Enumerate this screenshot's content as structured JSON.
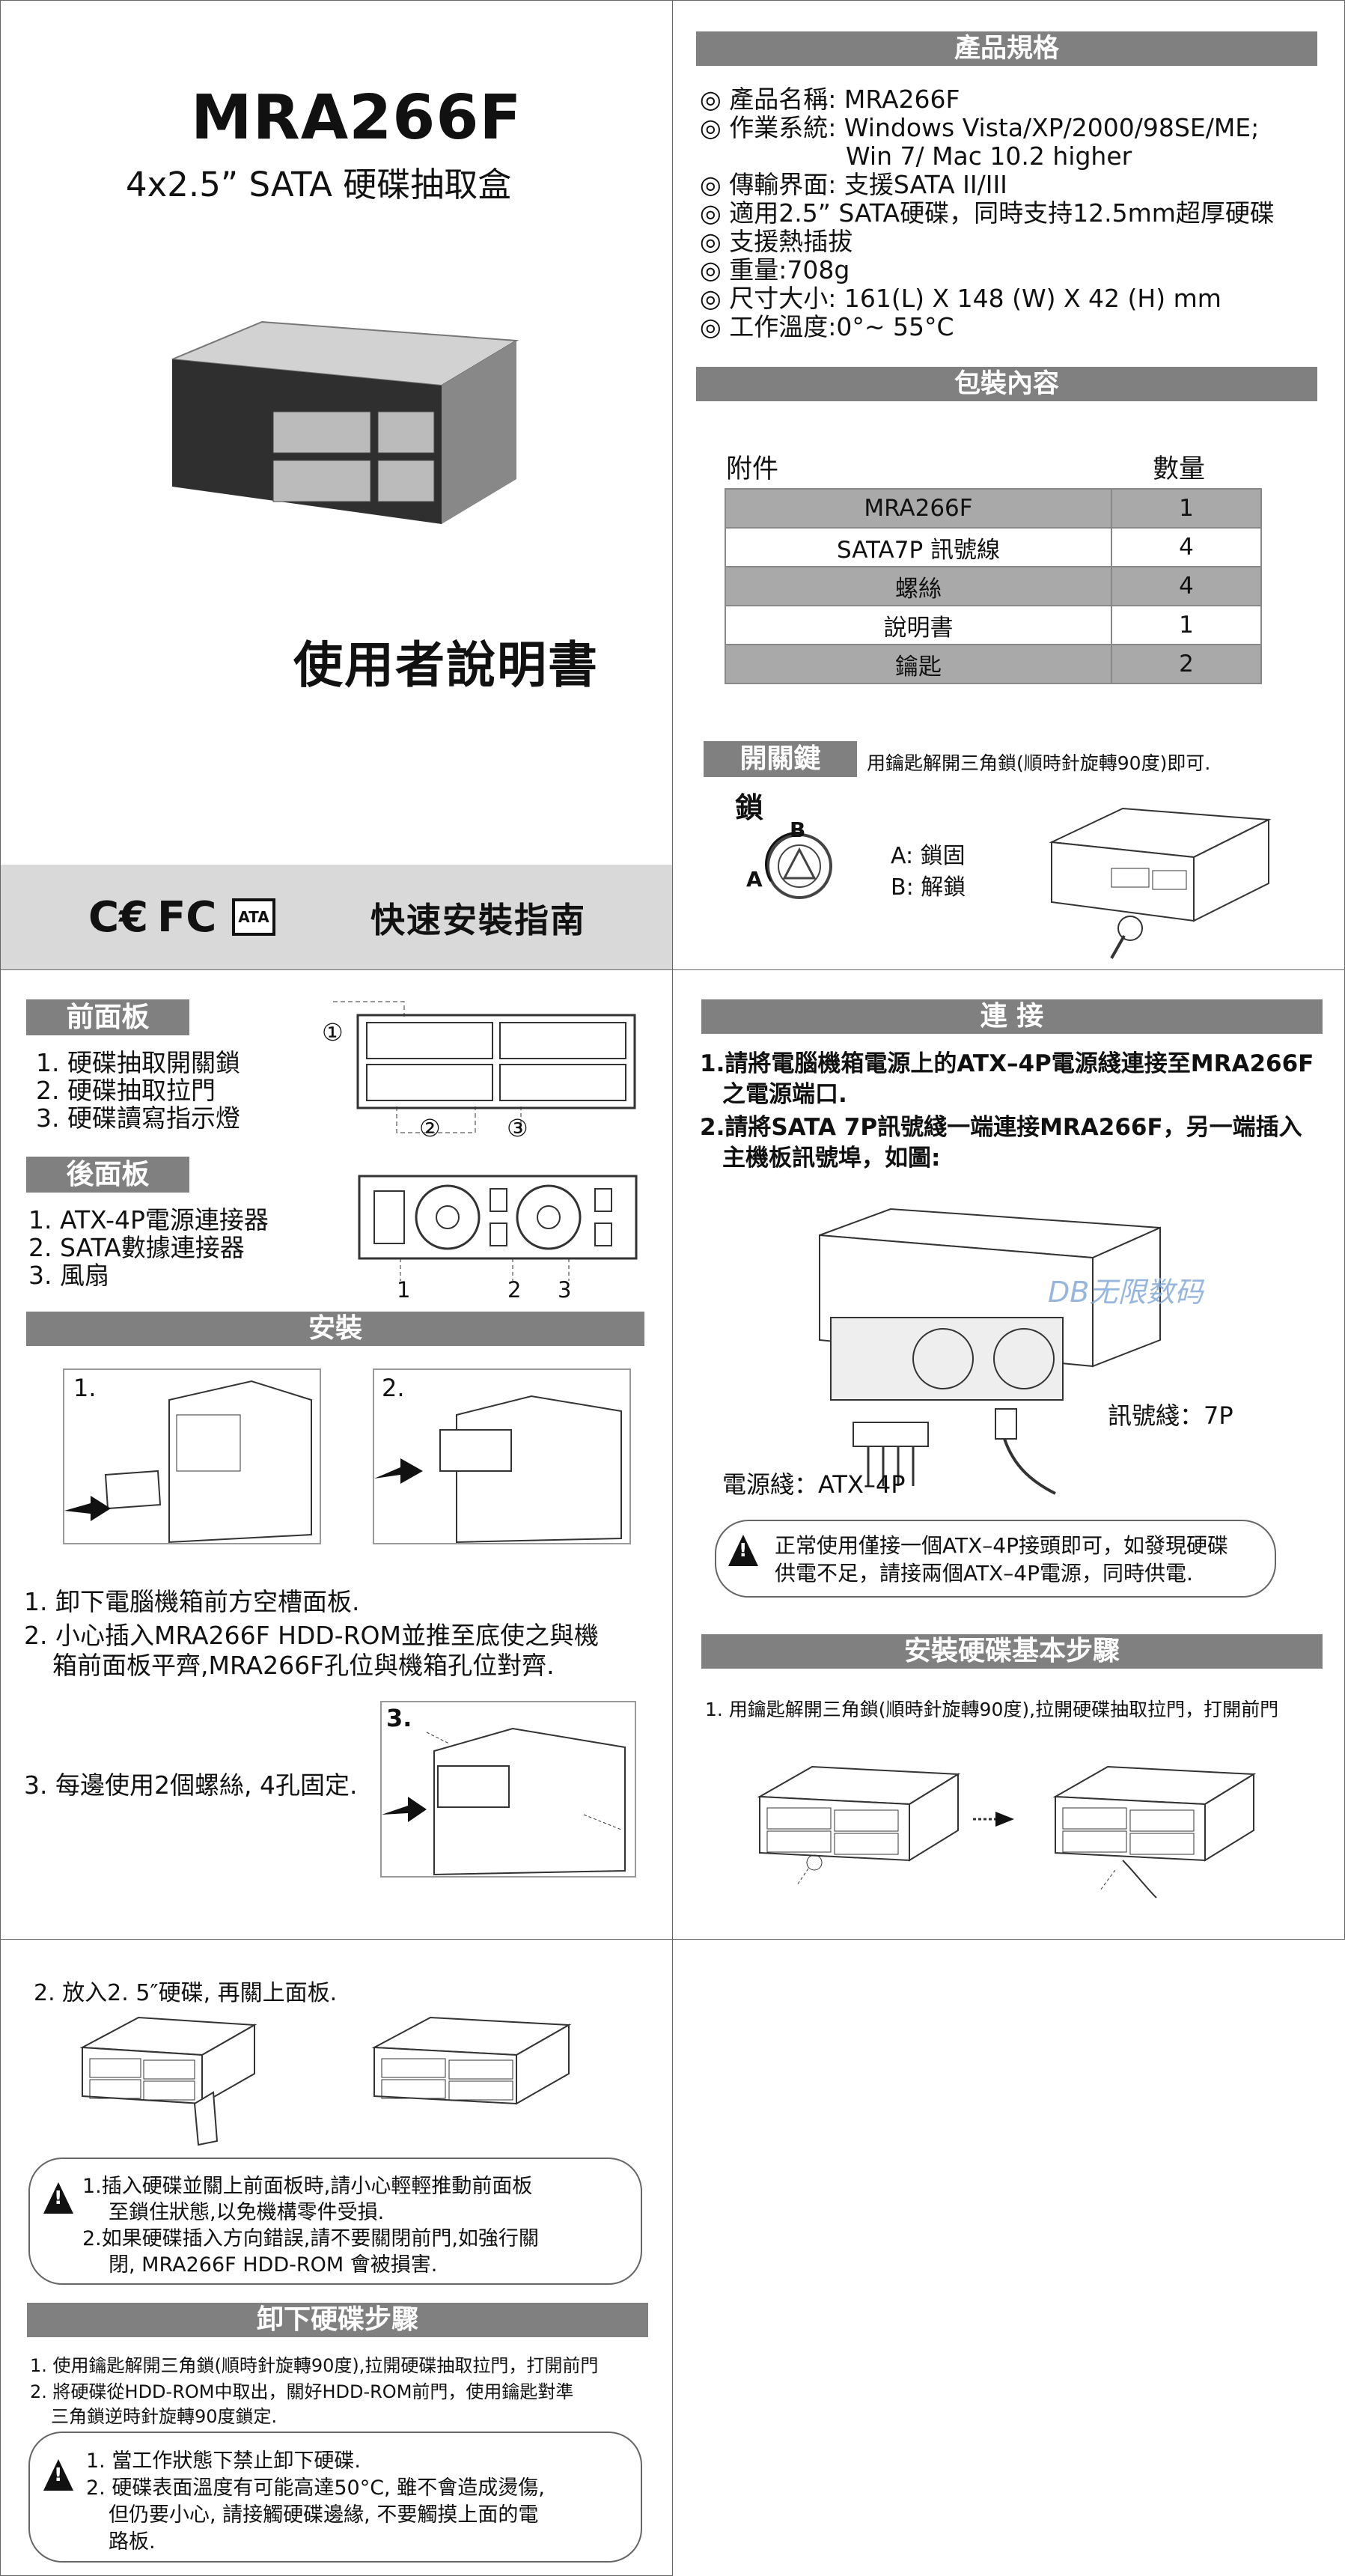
{
  "title": {
    "model": "MRA266F",
    "subtitle": "4x2.5” SATA 硬碟抽取盒",
    "manual": "使用者說明書"
  },
  "footer": {
    "ce": "C€",
    "fc": "FC",
    "ata": "ATA",
    "guide": "快速安裝指南"
  },
  "spec": {
    "heading": "產品規格",
    "items": [
      "◎ 產品名稱: MRA266F",
      "◎ 作業系統: Windows Vista/XP/2000/98SE/ME;",
      "Win 7/ Mac 10.2 higher",
      "◎ 傳輸界面: 支援SATA II/III",
      "◎ 適用2.5” SATA硬碟，同時支持12.5mm超厚硬碟",
      "◎ 支援熱插拔",
      "◎ 重量:708g",
      "◎ 尺寸大小:  161(L) X 148 (W) X 42 (H) mm",
      "◎ 工作溫度:0°~ 55°C"
    ]
  },
  "package": {
    "heading": "包裝內容",
    "columns": [
      "附件",
      "數量"
    ],
    "rows": [
      [
        "MRA266F",
        "1"
      ],
      [
        "SATA7P  訊號線",
        "4"
      ],
      [
        "螺絲",
        "4"
      ],
      [
        "說明書",
        "1"
      ],
      [
        "鑰匙",
        "2"
      ]
    ]
  },
  "switch": {
    "heading": "開關鍵",
    "desc": "用鑰匙解開三角鎖(順時針旋轉90度)即可.",
    "lock": "鎖",
    "B": "B",
    "A": "A",
    "a_text": "A: 鎖固",
    "b_text": "B: 解鎖"
  },
  "front": {
    "heading": "前面板",
    "items": [
      "1. 硬碟抽取開關鎖",
      "2. 硬碟抽取拉門",
      "3. 硬碟讀寫指示燈"
    ],
    "callouts": [
      "①",
      "②",
      "③"
    ]
  },
  "rear": {
    "heading": "後面板",
    "items": [
      "1. ATX-4P電源連接器",
      "2. SATA數據連接器",
      "3. 風扇"
    ],
    "callouts": [
      "1",
      "2",
      "3"
    ]
  },
  "install": {
    "heading": "安裝",
    "labels": [
      "1.",
      "2.",
      "3."
    ],
    "steps": [
      "1. 卸下電腦機箱前方空槽面板.",
      "2. 小心插入MRA266F HDD-ROM並推至底使之與機",
      "箱前面板平齊,MRA266F孔位與機箱孔位對齊.",
      "3. 每邊使用2個螺絲, 4孔固定."
    ]
  },
  "connect": {
    "heading": "連 接",
    "lines": [
      "1.請將電腦機箱電源上的ATX–4P電源綫連接至MRA266F",
      "之電源端口.",
      "2.請將SATA 7P訊號綫一端連接MRA266F，另一端插入",
      "主機板訊號埠，如圖:"
    ],
    "watermark": "DB无限数码",
    "signal": "訊號綫：7P",
    "power": "電源綫：ATX–4P",
    "warn": [
      "正常使用僅接一個ATX–4P接頭即可，如發現硬碟",
      "供電不足，請接兩個ATX–4P電源，同時供電."
    ]
  },
  "basic": {
    "heading": "安裝硬碟基本步驟",
    "step1": "1. 用鑰匙解開三角鎖(順時針旋轉90度),拉開硬碟抽取拉門，打開前門"
  },
  "put": {
    "title": "2. 放入2. 5″硬碟, 再關上面板.",
    "warn": [
      "1.插入硬碟並關上前面板時,請小心輕輕推動前面板",
      "至鎖住狀態,以免機構零件受損.",
      "2.如果硬碟插入方向錯誤,請不要關閉前門,如強行關",
      "閉, MRA266F HDD-ROM 會被損害."
    ]
  },
  "remove": {
    "heading": "卸下硬碟步驟",
    "lines": [
      "1. 使用鑰匙解開三角鎖(順時針旋轉90度),拉開硬碟抽取拉門，打開前門",
      "2. 將硬碟從HDD-ROM中取出，關好HDD-ROM前門，使用鑰匙對準",
      "三角鎖逆時針旋轉90度鎖定."
    ],
    "warn": [
      "1. 當工作狀態下禁止卸下硬碟.",
      "2. 硬碟表面溫度有可能高達50°C, 雖不會造成燙傷,",
      "但仍要小心, 請接觸硬碟邊緣, 不要觸摸上面的電",
      "路板."
    ]
  },
  "colors": {
    "header": "#808080",
    "footer": "#d9d9d9",
    "table_shade": "#a9a9a9"
  }
}
